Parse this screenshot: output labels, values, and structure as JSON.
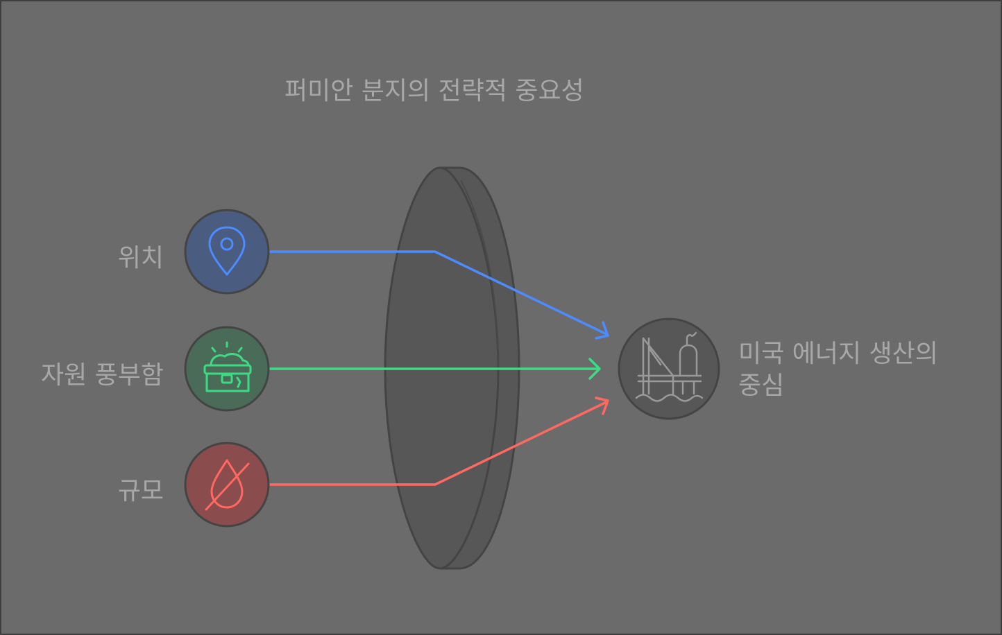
{
  "title": "퍼미안 분지의 전략적 중요성",
  "inputs": [
    {
      "label": "위치",
      "icon": "location-pin-icon",
      "color": "#4d8cff",
      "fill": "#4a5c80"
    },
    {
      "label": "자원 풍부함",
      "icon": "treasure-chest-icon",
      "color": "#3ddc84",
      "fill": "#4a6b58"
    },
    {
      "label": "규모",
      "icon": "no-drop-icon",
      "color": "#ff6961",
      "fill": "#8a4c4c"
    }
  ],
  "output": {
    "label_line1": "미국 에너지 생산의",
    "label_line2": "중심",
    "icon": "oil-platform-icon"
  },
  "colors": {
    "background": "#6b6b6b",
    "lens": "#575757",
    "outline": "#444444",
    "text": "#a8a8a8"
  }
}
